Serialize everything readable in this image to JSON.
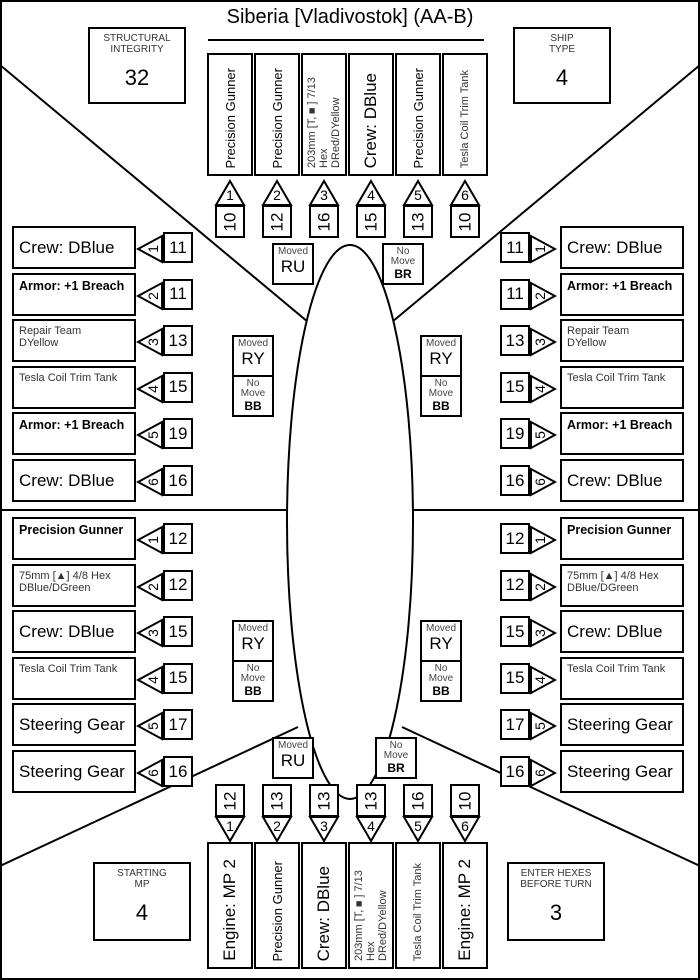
{
  "title": "Siberia [Vladivostok] (AA-B)",
  "structural_integrity": {
    "label": "STRUCTURAL\nINTEGRITY",
    "value": "32"
  },
  "ship_type": {
    "label": "SHIP\nTYPE",
    "value": "4"
  },
  "starting_mp": {
    "label": "STARTING\nMP",
    "value": "4"
  },
  "enter_hexes": {
    "label": "ENTER HEXES\nBEFORE TURN",
    "value": "3"
  },
  "top_systems": [
    {
      "slot": "1",
      "value": "10",
      "text": "Precision Gunner",
      "style": "med"
    },
    {
      "slot": "2",
      "value": "12",
      "text": "Precision Gunner",
      "style": "med"
    },
    {
      "slot": "3",
      "value": "16",
      "text": "203mm [T,■] 7/13 Hex\nDRed/DYellow",
      "style": "small"
    },
    {
      "slot": "4",
      "value": "15",
      "text": "Crew: DBlue",
      "style": "large"
    },
    {
      "slot": "5",
      "value": "13",
      "text": "Precision Gunner",
      "style": "med"
    },
    {
      "slot": "6",
      "value": "10",
      "text": "Tesla Coil Trim Tank",
      "style": "small"
    }
  ],
  "bottom_systems": [
    {
      "slot": "1",
      "value": "12",
      "text": "Engine: MP 2",
      "style": "large"
    },
    {
      "slot": "2",
      "value": "13",
      "text": "Precision Gunner",
      "style": "med"
    },
    {
      "slot": "3",
      "value": "13",
      "text": "Crew: DBlue",
      "style": "large"
    },
    {
      "slot": "4",
      "value": "13",
      "text": "203mm [T,■] 7/13 Hex\nDRed/DYellow",
      "style": "small"
    },
    {
      "slot": "5",
      "value": "16",
      "text": "Tesla Coil Trim Tank",
      "style": "small"
    },
    {
      "slot": "6",
      "value": "10",
      "text": "Engine: MP 2",
      "style": "large"
    }
  ],
  "upper_left_systems": [
    {
      "slot": "1",
      "value": "11",
      "text": "Crew: DBlue",
      "style": "large"
    },
    {
      "slot": "2",
      "value": "11",
      "text": "Armor: +1 Breach",
      "style": "bold"
    },
    {
      "slot": "3",
      "value": "13",
      "text": "Repair Team\nDYellow",
      "style": "small"
    },
    {
      "slot": "4",
      "value": "15",
      "text": "Tesla Coil Trim Tank",
      "style": "small"
    },
    {
      "slot": "5",
      "value": "19",
      "text": "Armor: +1 Breach",
      "style": "bold"
    },
    {
      "slot": "6",
      "value": "16",
      "text": "Crew: DBlue",
      "style": "large"
    }
  ],
  "upper_right_systems": [
    {
      "slot": "1",
      "value": "11",
      "text": "Crew: DBlue",
      "style": "large"
    },
    {
      "slot": "2",
      "value": "11",
      "text": "Armor: +1 Breach",
      "style": "bold"
    },
    {
      "slot": "3",
      "value": "13",
      "text": "Repair Team\nDYellow",
      "style": "small"
    },
    {
      "slot": "4",
      "value": "15",
      "text": "Tesla Coil Trim Tank",
      "style": "small"
    },
    {
      "slot": "5",
      "value": "19",
      "text": "Armor: +1 Breach",
      "style": "bold"
    },
    {
      "slot": "6",
      "value": "16",
      "text": "Crew: DBlue",
      "style": "large"
    }
  ],
  "lower_left_systems": [
    {
      "slot": "1",
      "value": "12",
      "text": "Precision Gunner",
      "style": "bold"
    },
    {
      "slot": "2",
      "value": "12",
      "text": "75mm [▲] 4/8 Hex\nDBlue/DGreen",
      "style": "small"
    },
    {
      "slot": "3",
      "value": "15",
      "text": "Crew: DBlue",
      "style": "large"
    },
    {
      "slot": "4",
      "value": "15",
      "text": "Tesla Coil Trim Tank",
      "style": "small"
    },
    {
      "slot": "5",
      "value": "17",
      "text": "Steering Gear",
      "style": "large"
    },
    {
      "slot": "6",
      "value": "16",
      "text": "Steering Gear",
      "style": "large"
    }
  ],
  "lower_right_systems": [
    {
      "slot": "1",
      "value": "12",
      "text": "Precision Gunner",
      "style": "bold"
    },
    {
      "slot": "2",
      "value": "12",
      "text": "75mm [▲] 4/8 Hex\nDBlue/DGreen",
      "style": "small"
    },
    {
      "slot": "3",
      "value": "15",
      "text": "Crew: DBlue",
      "style": "large"
    },
    {
      "slot": "4",
      "value": "15",
      "text": "Tesla Coil Trim Tank",
      "style": "small"
    },
    {
      "slot": "5",
      "value": "17",
      "text": "Steering Gear",
      "style": "large"
    },
    {
      "slot": "6",
      "value": "16",
      "text": "Steering Gear",
      "style": "large"
    }
  ],
  "movement_tags": {
    "top_moved": {
      "label": "Moved",
      "code": "RU"
    },
    "top_nomove": {
      "label": "No\nMove",
      "code": "BR"
    },
    "upper_left": {
      "moved_label": "Moved",
      "moved_code": "RY",
      "nomove_label": "No\nMove",
      "nomove_code": "BB"
    },
    "upper_right": {
      "moved_label": "Moved",
      "moved_code": "RY",
      "nomove_label": "No\nMove",
      "nomove_code": "BB"
    },
    "lower_left": {
      "moved_label": "Moved",
      "moved_code": "RY",
      "nomove_label": "No\nMove",
      "nomove_code": "BB"
    },
    "lower_right": {
      "moved_label": "Moved",
      "moved_code": "RY",
      "nomove_label": "No\nMove",
      "nomove_code": "BB"
    },
    "bottom_moved": {
      "label": "Moved",
      "code": "RU"
    },
    "bottom_nomove": {
      "label": "No\nMove",
      "code": "BR"
    }
  }
}
